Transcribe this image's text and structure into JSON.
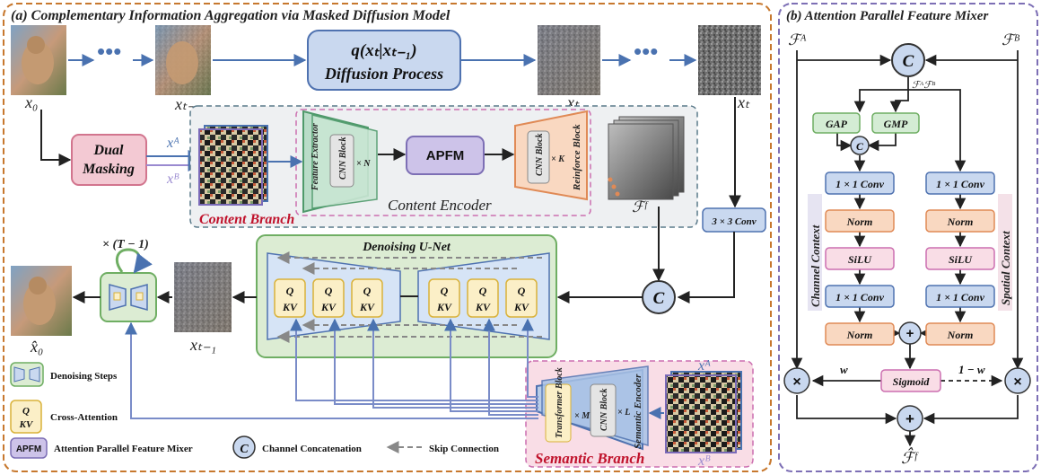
{
  "panel_a": {
    "title": "(a) Complementary Information Aggregation via Masked Diffusion Model"
  },
  "panel_b": {
    "title": "(b) Attention Parallel Feature Mixer"
  },
  "diffusion": {
    "dots": "•••",
    "q_label": "q(xₜ|xₜ₋₁)",
    "process_label": "Diffusion Process",
    "x0": "x₀",
    "xt1": "xₜ₋₁",
    "xt": "xₜ",
    "xT": "xₜ"
  },
  "masking": {
    "label_line1": "Dual",
    "label_line2": "Masking",
    "xA": "xᴬ",
    "xB": "xᴮ"
  },
  "content": {
    "feature_extractor": "Feature Extractor",
    "cnn_block": "CNN Block",
    "times_n": "× N",
    "apfm": "APFM",
    "cnn_block2": "CNN Block",
    "times_k": "× K",
    "reinforce_block": "Reinforce Block",
    "encoder_label": "Content Encoder",
    "branch_label": "Content Branch",
    "feature_out": "ℱᶠ"
  },
  "conv3": "3 × 3 Conv",
  "concat_symbol": "C",
  "unet": {
    "title": "Denoising U-Net",
    "repeat": "× (T − 1)",
    "q": "Q",
    "kv": "KV"
  },
  "outputs": {
    "x0_hat": "x̂₀",
    "xT1": "xₜ₋₁"
  },
  "semantic": {
    "transformer_block": "Transformer Block",
    "times_m": "× M",
    "cnn_block": "CNN Block",
    "times_l": "× L",
    "encoder_label": "Semantic Encoder",
    "branch_label": "Semantic Branch",
    "xA": "xᴬ",
    "xB": "xᴮ"
  },
  "legend": {
    "denoising": "Denoising Steps",
    "cross_q": "Q",
    "cross_kv": "KV",
    "cross_attention": "Cross-Attention",
    "apfm_short": "APFM",
    "apfm_full": "Attention Parallel Feature Mixer",
    "concat_symbol": "C",
    "concat_label": "Channel Concatenation",
    "skip_label": "Skip Connection"
  },
  "mixer": {
    "fa": "ℱᴬ",
    "fb": "ℱᴮ",
    "fafb": "ℱᴬℱᴮ",
    "c": "C",
    "gap": "GAP",
    "gmp": "GMP",
    "conv1": "1 × 1 Conv",
    "norm": "Norm",
    "silu": "SiLU",
    "sigmoid": "Sigmoid",
    "plus": "+",
    "times": "×",
    "w": "w",
    "one_minus_w": "1 − w",
    "channel_context": "Channel Context",
    "spatial_context": "Spatial Context",
    "ff_hat": "ℱ̂ᶠ"
  },
  "colors": {
    "outer_border": "#c7782e",
    "mixer_border": "#7d6fb5",
    "diff_box": "#c9d8ef",
    "diff_border": "#4f72b0",
    "arrow_blue": "#4a72b0",
    "masking_fill": "#f3c9d3",
    "masking_border": "#d2758e",
    "green_fill": "#dcecd3",
    "green_border": "#6fae63",
    "purple_fill": "#cdc3e9",
    "purple_border": "#7d6fb5",
    "orange_fill": "#f9d8c1",
    "orange_border": "#e08a56",
    "yellow_fill": "#fbefc7",
    "yellow_border": "#d9b23a",
    "pink_fill": "#f9dde6",
    "red_label": "#c0122b"
  }
}
